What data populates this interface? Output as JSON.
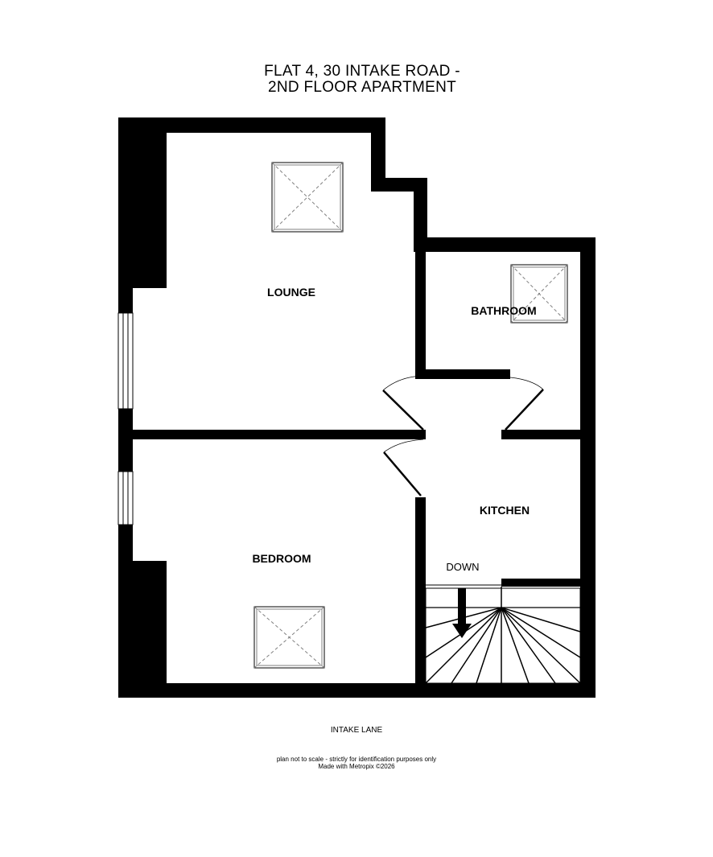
{
  "title": {
    "line1": "FLAT 4, 30 INTAKE ROAD -",
    "line2": "2ND FLOOR APARTMENT"
  },
  "rooms": {
    "lounge": "LOUNGE",
    "bathroom": "BATHROOM",
    "kitchen": "KITCHEN",
    "bedroom": "BEDROOM"
  },
  "stairs": {
    "label": "DOWN"
  },
  "street": "INTAKE LANE",
  "footer": {
    "disclaimer": "plan not to scale - strictly for identification purposes only",
    "credit": "Made with Metropix ©2026"
  },
  "colors": {
    "wall": "#000000",
    "background": "#ffffff",
    "skylight_line": "#808080"
  }
}
